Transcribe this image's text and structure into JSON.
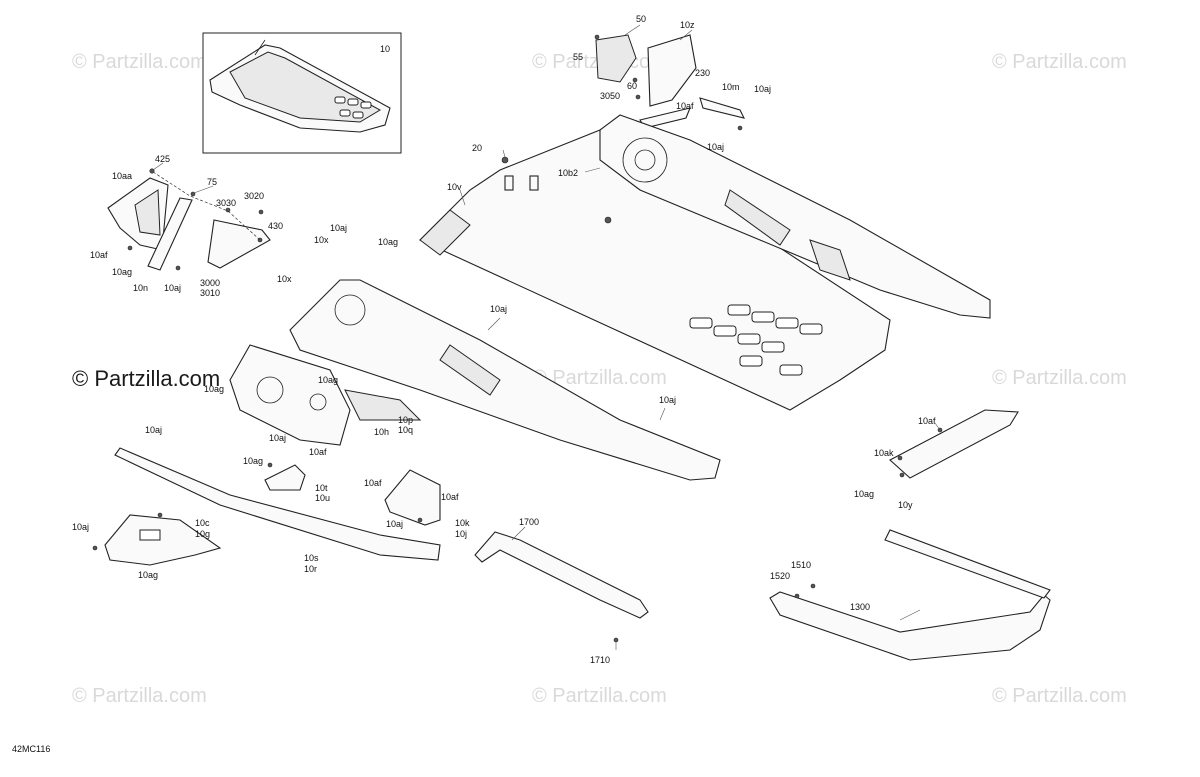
{
  "watermark": {
    "text": "© Partzilla.com",
    "main_text": "© Partzilla.com"
  },
  "diagram_code": "42MC116",
  "labels": {
    "inset": "10",
    "l425": "425",
    "l10aa": "10aa",
    "l75": "75",
    "l3030": "3030",
    "l3020": "3020",
    "l430": "430",
    "l10af_a": "10af",
    "l10ag_a": "10ag",
    "l10n": "10n",
    "l10aj_a": "10aj",
    "l3000": "3000",
    "l3010": "3010",
    "l50": "50",
    "l10z": "10z",
    "l55": "55",
    "l230": "230",
    "l60": "60",
    "l10m": "10m",
    "l10aj_b": "10aj",
    "l3050": "3050",
    "l10af_b": "10af",
    "l10aj_c": "10aj",
    "l20": "20",
    "l10b2": "10b2",
    "l10v": "10v",
    "l10ag_b": "10ag",
    "l10aj_d": "10aj",
    "l10x_a": "10x",
    "l10x_b": "10x",
    "l10aj_e": "10aj",
    "l10ag_c": "10ag",
    "l10ag_d": "10ag",
    "l10p": "10p",
    "l10q": "10q",
    "l10h": "10h",
    "l10aj_f": "10aj",
    "l10af_c": "10af",
    "l10aj_g": "10aj",
    "l10aj_h": "10aj",
    "l10ag_e": "10ag",
    "l10t": "10t",
    "l10u": "10u",
    "l10af_d": "10af",
    "l10af_e": "10af",
    "l10aj_i": "10aj",
    "l10k": "10k",
    "l10j": "10j",
    "l10aj_j": "10aj",
    "l10c": "10c",
    "l10g": "10g",
    "l10ag_f": "10ag",
    "l10s": "10s",
    "l10r": "10r",
    "l1700": "1700",
    "l1710": "1710",
    "l10af_f": "10af",
    "l10ak": "10ak",
    "l10ag_g": "10ag",
    "l10y": "10y",
    "l1510": "1510",
    "l1520": "1520",
    "l1300": "1300"
  }
}
